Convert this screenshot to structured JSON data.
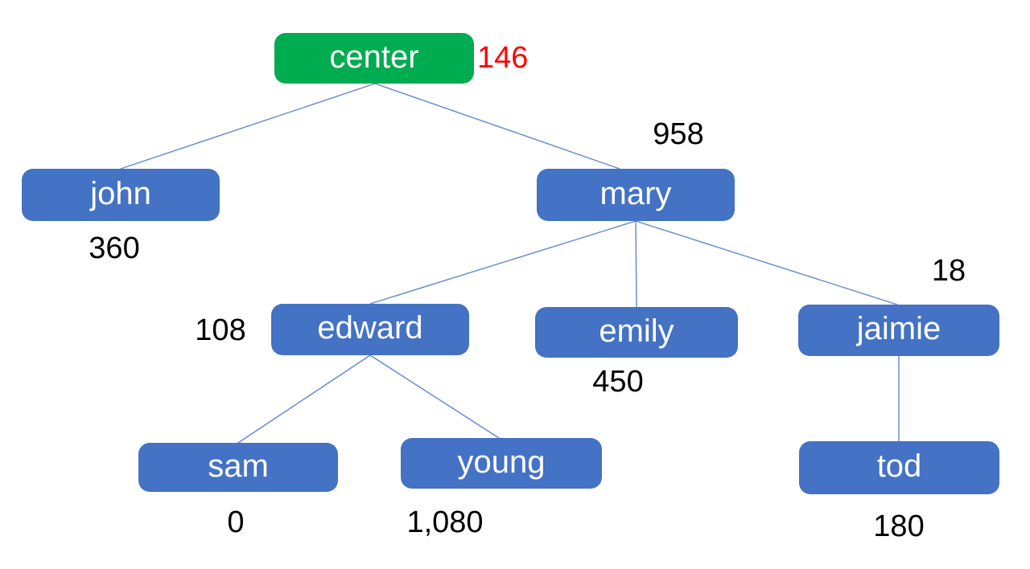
{
  "colors": {
    "root_fill": "#00AC50",
    "node_fill": "#4472C4",
    "node_text": "#FFFFFF",
    "value_text": "#000000",
    "root_value_text": "#FF0000",
    "edge_color": "#4472C4",
    "background": "#FFFFFF"
  },
  "tree": {
    "type": "hierarchy-diagram",
    "nodes": [
      {
        "id": "center",
        "label": "center",
        "value": "146",
        "parent": null,
        "is_root": true
      },
      {
        "id": "john",
        "label": "john",
        "value": "360",
        "parent": "center",
        "is_root": false
      },
      {
        "id": "mary",
        "label": "mary",
        "value": "958",
        "parent": "center",
        "is_root": false
      },
      {
        "id": "edward",
        "label": "edward",
        "value": "108",
        "parent": "mary",
        "is_root": false
      },
      {
        "id": "emily",
        "label": "emily",
        "value": "450",
        "parent": "mary",
        "is_root": false
      },
      {
        "id": "jaimie",
        "label": "jaimie",
        "value": "18",
        "parent": "mary",
        "is_root": false
      },
      {
        "id": "sam",
        "label": "sam",
        "value": "0",
        "parent": "edward",
        "is_root": false
      },
      {
        "id": "young",
        "label": "young",
        "value": "1,080",
        "parent": "edward",
        "is_root": false
      },
      {
        "id": "tod",
        "label": "tod",
        "value": "180",
        "parent": "jaimie",
        "is_root": false
      }
    ],
    "edges": [
      [
        "center",
        "john"
      ],
      [
        "center",
        "mary"
      ],
      [
        "mary",
        "edward"
      ],
      [
        "mary",
        "emily"
      ],
      [
        "mary",
        "jaimie"
      ],
      [
        "edward",
        "sam"
      ],
      [
        "edward",
        "young"
      ],
      [
        "jaimie",
        "tod"
      ]
    ]
  }
}
